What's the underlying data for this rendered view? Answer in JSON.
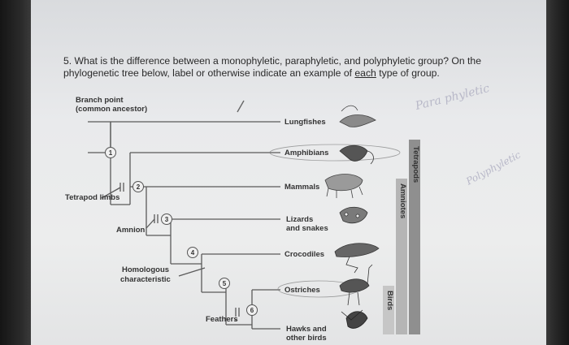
{
  "question": {
    "prefix": "5. What is the difference between a monophyletic, paraphyletic, and polyphyletic group? On the phylogenetic tree below, label or otherwise indicate an example of ",
    "underlined": "each",
    "suffix": " type of group."
  },
  "labels": {
    "branch_point": "Branch point",
    "common_ancestor": "(common ancestor)",
    "tetrapod_limbs": "Tetrapod limbs",
    "amnion": "Amnion",
    "homologous": "Homologous",
    "characteristic": "characteristic",
    "feathers": "Feathers"
  },
  "taxa": {
    "lungfishes": "Lungfishes",
    "amphibians": "Amphibians",
    "mammals": "Mammals",
    "lizards_1": "Lizards",
    "lizards_2": "and snakes",
    "crocodiles": "Crocodiles",
    "ostriches": "Ostriches",
    "hawks_1": "Hawks and",
    "hawks_2": "other birds"
  },
  "nodes": [
    "1",
    "2",
    "3",
    "4",
    "5",
    "6"
  ],
  "brackets": {
    "tetrapods": "Tetrapods",
    "amniotes": "Amniotes",
    "birds": "Birds"
  },
  "handwriting": {
    "paraphyletic": "Para phyletic",
    "polyphyletic": "Polyphyletic"
  },
  "colors": {
    "paper": "#eaebec",
    "line": "#555555",
    "bracket_dark": "#8f8f8f",
    "bracket_light": "#c2c2c2"
  }
}
